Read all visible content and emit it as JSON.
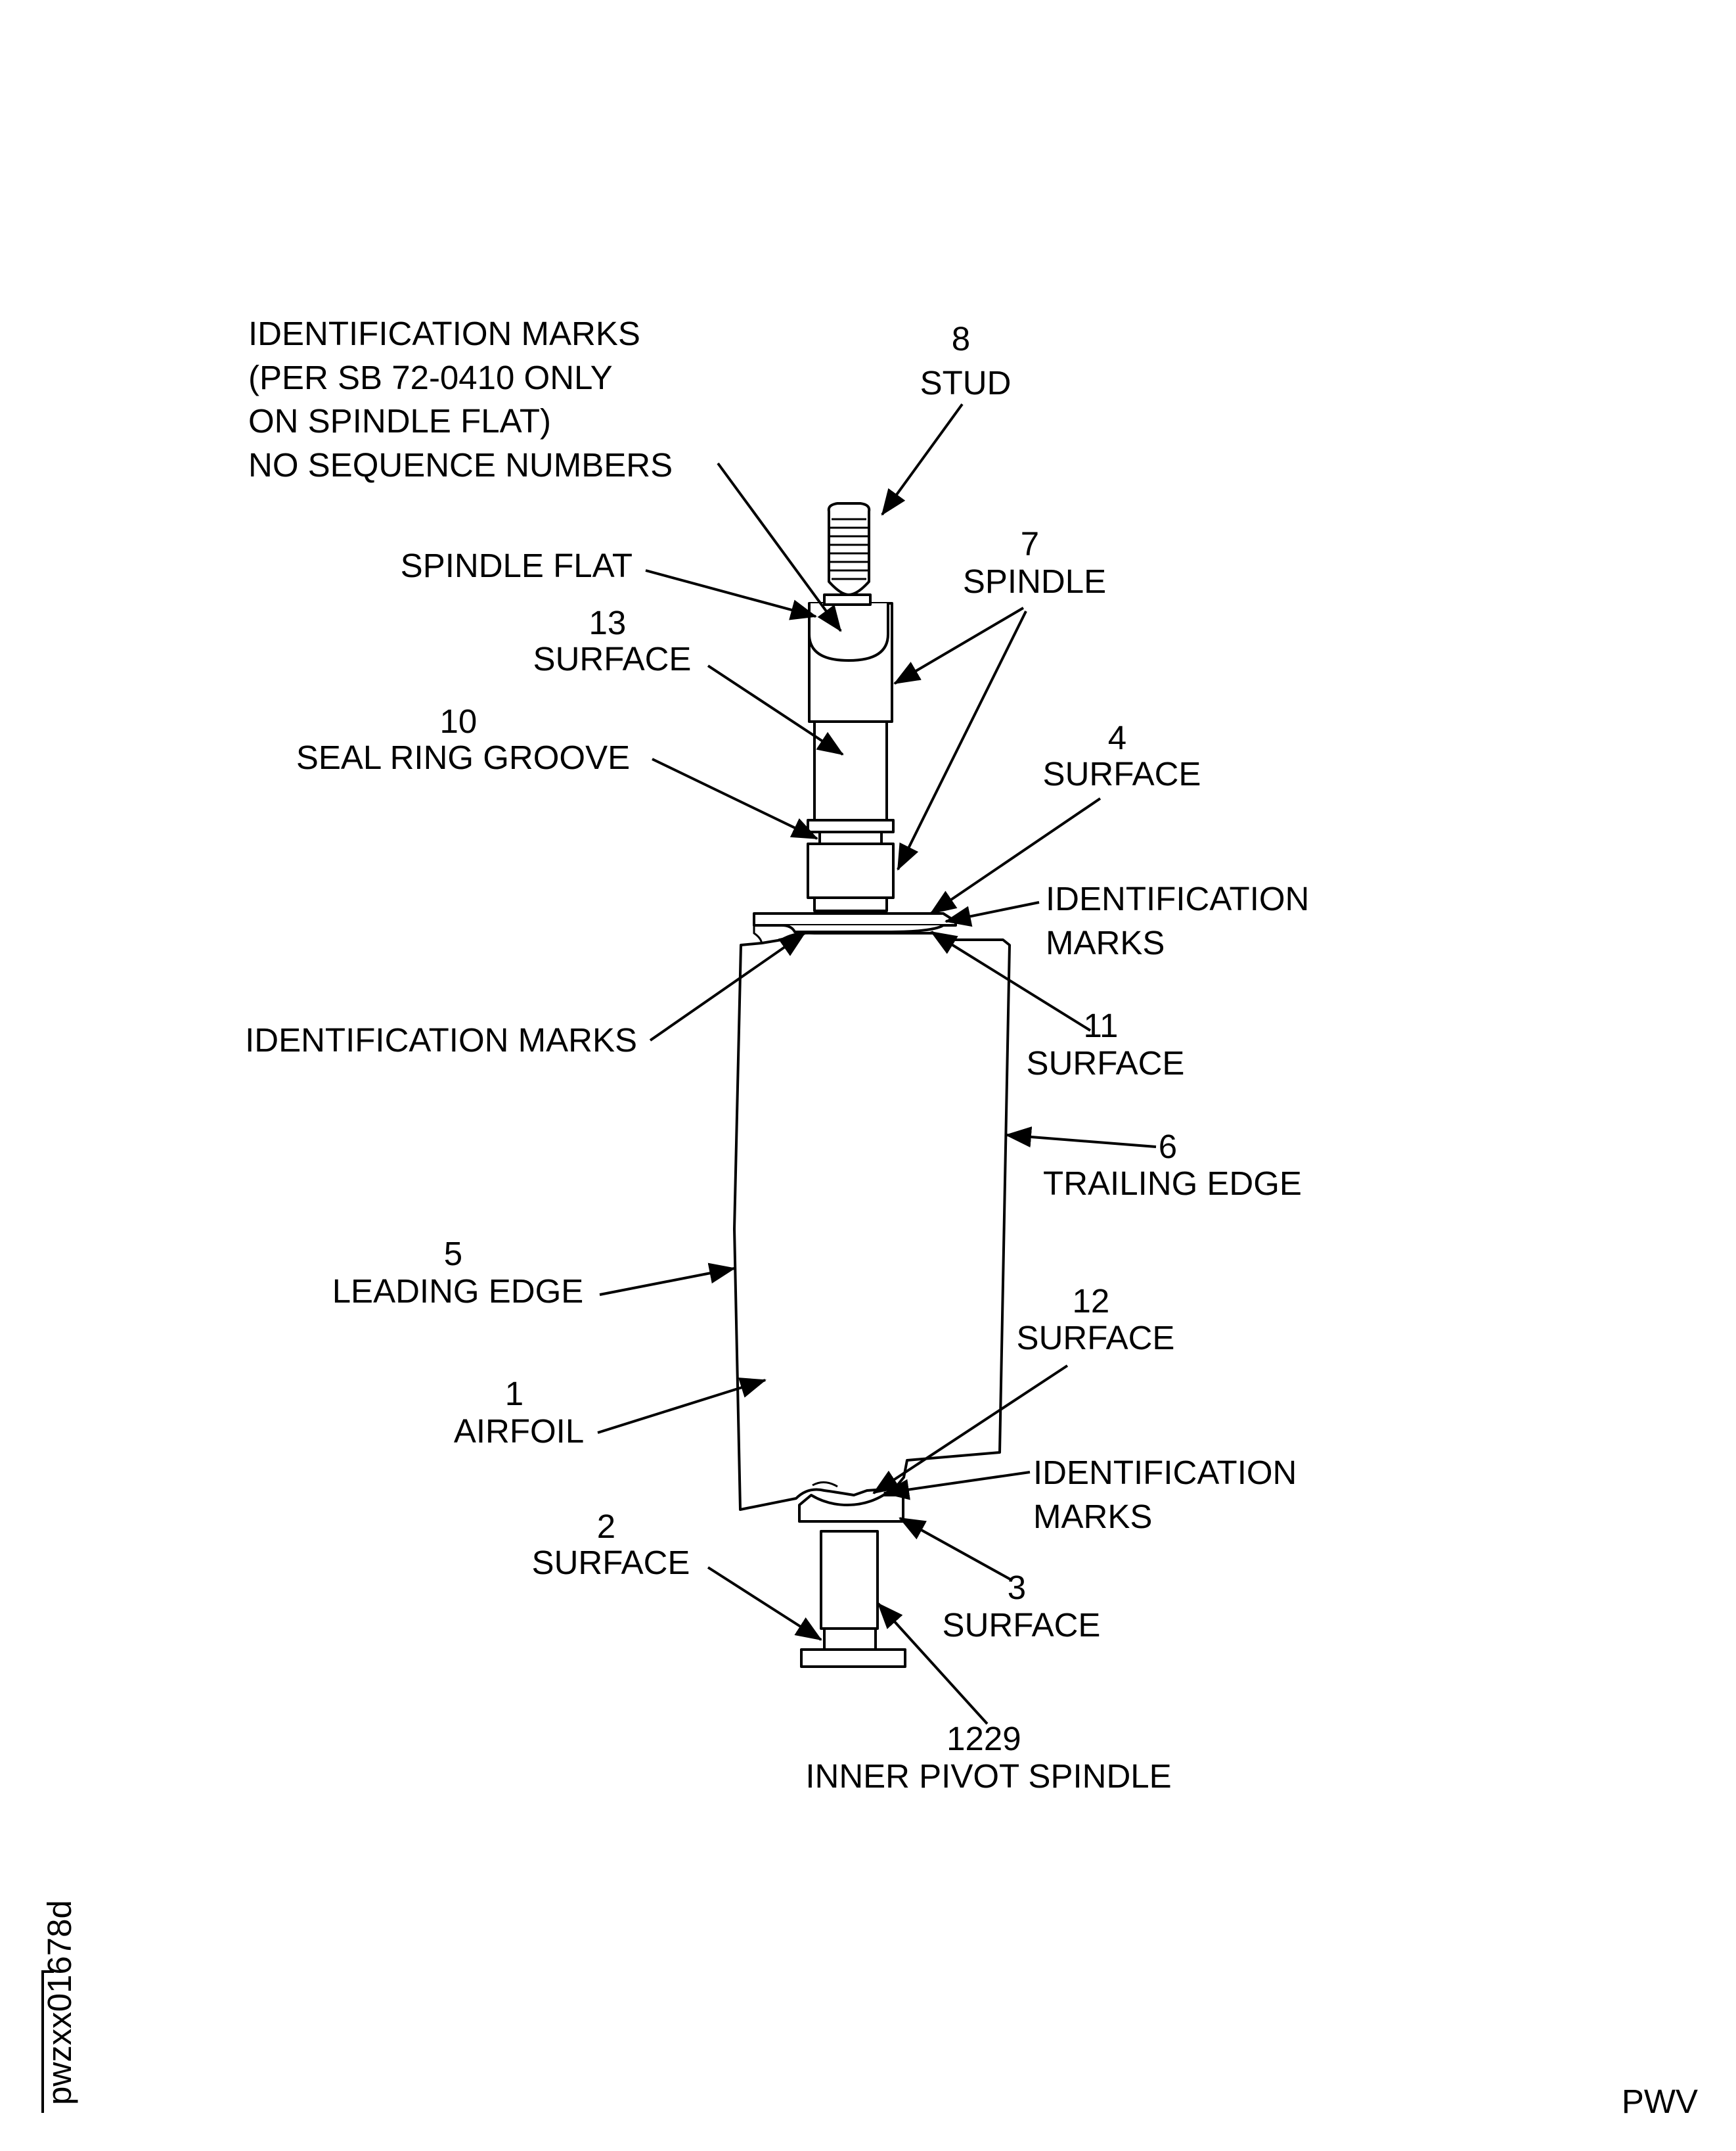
{
  "figure_id": "pwzxx01678d",
  "corner_mark": "PWV",
  "callouts": {
    "id_marks_note": [
      "IDENTIFICATION MARKS",
      "(PER SB 72-0410 ONLY",
      "ON SPINDLE FLAT)",
      "NO SEQUENCE NUMBERS"
    ],
    "stud": [
      "8",
      "STUD"
    ],
    "spindle_flat": [
      "SPINDLE FLAT"
    ],
    "spindle": [
      "7",
      "SPINDLE"
    ],
    "surface_13": [
      "13",
      "SURFACE"
    ],
    "seal_ring_groove": [
      "10",
      "SEAL RING GROOVE"
    ],
    "surface_4": [
      "4",
      "SURFACE"
    ],
    "id_marks_top": [
      "IDENTIFICATION",
      "MARKS"
    ],
    "id_marks_left": [
      "IDENTIFICATION MARKS"
    ],
    "surface_11": [
      "11",
      "SURFACE"
    ],
    "trailing_edge": [
      "6",
      "TRAILING EDGE"
    ],
    "leading_edge": [
      "5",
      "LEADING EDGE"
    ],
    "surface_12": [
      "12",
      "SURFACE"
    ],
    "airfoil": [
      "1",
      "AIRFOIL"
    ],
    "id_marks_bottom": [
      "IDENTIFICATION",
      "MARKS"
    ],
    "surface_2": [
      "2",
      "SURFACE"
    ],
    "surface_3": [
      "3",
      "SURFACE"
    ],
    "inner_pivot_spindle": [
      "1229",
      "INNER PIVOT SPINDLE"
    ]
  }
}
